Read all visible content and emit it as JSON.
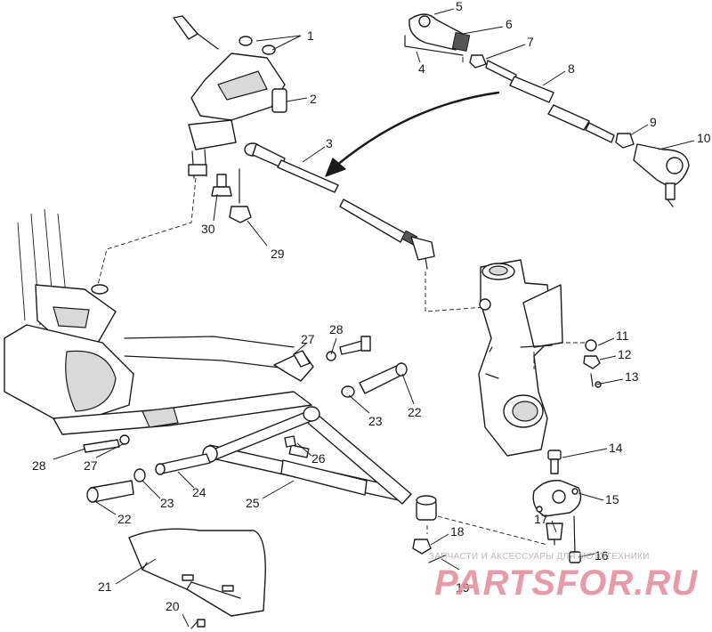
{
  "callouts": {
    "c1": "1",
    "c2": "2",
    "c3": "3",
    "c4": "4",
    "c5": "5",
    "c6": "6",
    "c7": "7",
    "c8": "8",
    "c9": "9",
    "c10": "10",
    "c11": "11",
    "c12": "12",
    "c13": "13",
    "c14": "14",
    "c15": "15",
    "c16": "16",
    "c17": "17",
    "c18": "18",
    "c19": "19",
    "c20": "20",
    "c21": "21",
    "c22a": "22",
    "c22b": "22",
    "c23a": "23",
    "c23b": "23",
    "c24": "24",
    "c25": "25",
    "c26": "26",
    "c27a": "27",
    "c27b": "27",
    "c28a": "28",
    "c28b": "28",
    "c29": "29",
    "c30": "30"
  },
  "watermark": {
    "tagline": "ЗАПЧАСТИ И АКСЕССУАРЫ ДЛЯ МОТОТЕХНИКИ",
    "logo": "PARTSFOR.RU",
    "color": "#e58a97"
  }
}
